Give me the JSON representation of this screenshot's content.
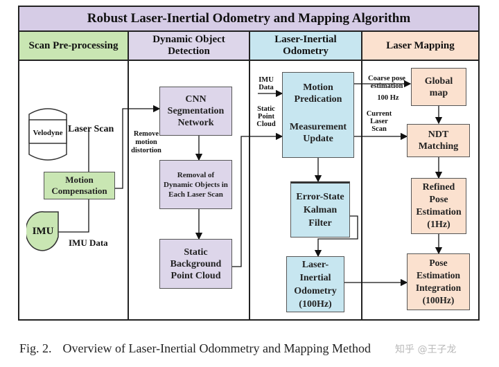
{
  "title": "Robust Laser-Inertial Odometry and Mapping Algorithm",
  "columns": [
    {
      "label": "Scan Pre-processing",
      "color": "#c9e6b3"
    },
    {
      "label": "Dynamic Object Detection",
      "color": "#ddd6ea"
    },
    {
      "label": "Laser-Inertial Odometry",
      "color": "#c7e6f0"
    },
    {
      "label": "Laser Mapping",
      "color": "#fbe1cf"
    }
  ],
  "nodes": {
    "velodyne": "Velodyne",
    "laser_scan": "Laser Scan",
    "motion_compensation": "Motion Compensation",
    "imu": "IMU",
    "imu_data": "IMU Data",
    "remove_motion_distortion": "Remove motion distortion",
    "cnn": "CNN Segmentation Network",
    "removal": "Removal of Dynamic Objects in Each Laser Scan",
    "static_bg": "Static Background Point Cloud",
    "imu_data_small": "IMU Data",
    "static_point_cloud": "Static Point Cloud",
    "motion_pred": "Motion Predication",
    "measurement_update": "Measurement Update",
    "eskf": "Error-State Kalman Filter",
    "lio": "Laser-Inertial Odometry (100Hz)",
    "coarse_pose": "Coarse pose estimation",
    "coarse_rate": "100 Hz",
    "current_scan": "Current Laser Scan",
    "global_map": "Global map",
    "ndt": "NDT Matching",
    "refined": "Refined Pose Estimation (1Hz)",
    "integration": "Pose Estimation Integration (100Hz)"
  },
  "caption": {
    "fig": "Fig. 2.",
    "text": "Overview of Laser-Inertial Odommetry and Mapping Method"
  },
  "watermark": "知乎 @王子龙",
  "colors": {
    "green": "#c9e6b3",
    "purple": "#ddd6ea",
    "blue": "#c7e6f0",
    "orange": "#fbe1cf",
    "title_bg": "#d6cce6"
  }
}
